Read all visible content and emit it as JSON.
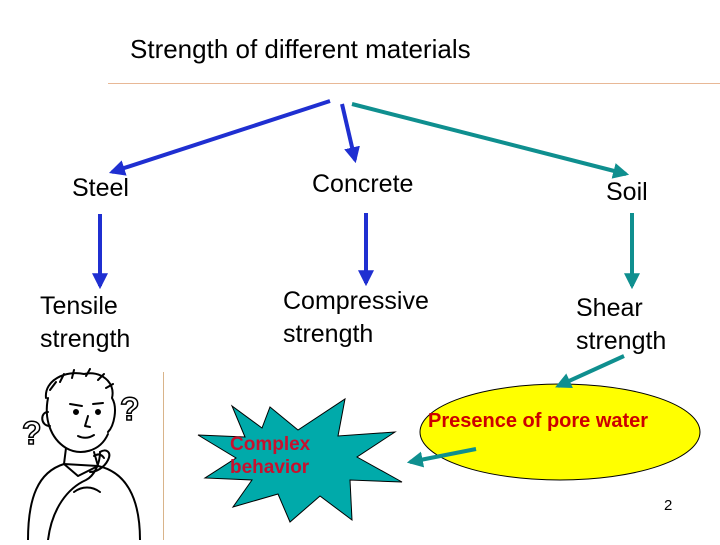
{
  "title": "Strength of different materials",
  "materials": {
    "steel": "Steel",
    "concrete": "Concrete",
    "soil": "Soil"
  },
  "strengths": {
    "tensile_line1": "Tensile",
    "tensile_line2": "strength",
    "compressive_line1": "Compressive",
    "compressive_line2": "strength",
    "shear_line1": "Shear",
    "shear_line2": "strength"
  },
  "callouts": {
    "pore_water": "Presence of pore water",
    "complex_line1": "Complex",
    "complex_line2": "behavior"
  },
  "page_number": "2",
  "colors": {
    "blue_arrow": "#1f2fd1",
    "teal_arrow": "#0f8f8f",
    "ellipse_fill": "#ffff00",
    "star_fill": "#00aaaa",
    "callout_text": "#c8102e"
  },
  "illustration": {
    "question_marks": [
      "?",
      "?"
    ]
  }
}
